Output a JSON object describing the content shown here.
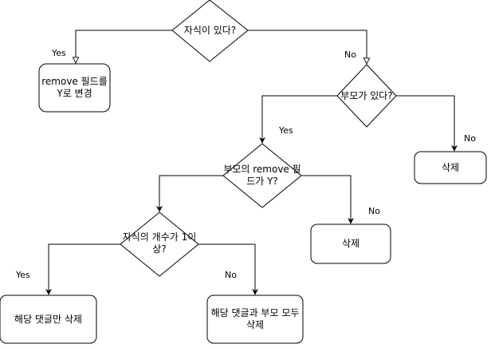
{
  "diagram": {
    "type": "flowchart",
    "nodes": {
      "decision_has_child": {
        "shape": "diamond",
        "label": "자식이 있다?"
      },
      "process_set_remove_y": {
        "shape": "rounded-rect",
        "label": "remove 필드를\nY로 변경"
      },
      "decision_has_parent": {
        "shape": "diamond",
        "label": "부모가 있다?"
      },
      "process_delete_right": {
        "shape": "rounded-rect",
        "label": "삭제"
      },
      "decision_parent_remove_y": {
        "shape": "diamond",
        "label": "부모의 remove 필\n드가  Y?"
      },
      "process_delete_mid": {
        "shape": "rounded-rect",
        "label": "삭제"
      },
      "decision_child_count": {
        "shape": "diamond",
        "label": "자식의 개수가 1이\n상?"
      },
      "process_delete_comment_only": {
        "shape": "rounded-rect",
        "label": "해당 댓글만 삭제"
      },
      "process_delete_comment_and_parent": {
        "shape": "rounded-rect",
        "label": "해당 댓글과 부모 모두\n삭제"
      }
    },
    "edges": [
      {
        "from": "decision_has_child",
        "to": "process_set_remove_y",
        "label": "Yes"
      },
      {
        "from": "decision_has_child",
        "to": "decision_has_parent",
        "label": "No"
      },
      {
        "from": "decision_has_parent",
        "to": "decision_parent_remove_y",
        "label": "Yes"
      },
      {
        "from": "decision_has_parent",
        "to": "process_delete_right",
        "label": "No"
      },
      {
        "from": "decision_parent_remove_y",
        "to": "decision_child_count",
        "label": ""
      },
      {
        "from": "decision_parent_remove_y",
        "to": "process_delete_mid",
        "label": "No"
      },
      {
        "from": "decision_child_count",
        "to": "process_delete_comment_only",
        "label": "Yes"
      },
      {
        "from": "decision_child_count",
        "to": "process_delete_comment_and_parent",
        "label": "No"
      }
    ],
    "colors": {
      "stroke": "#000000",
      "fill": "#ffffff",
      "text": "#000000"
    }
  }
}
